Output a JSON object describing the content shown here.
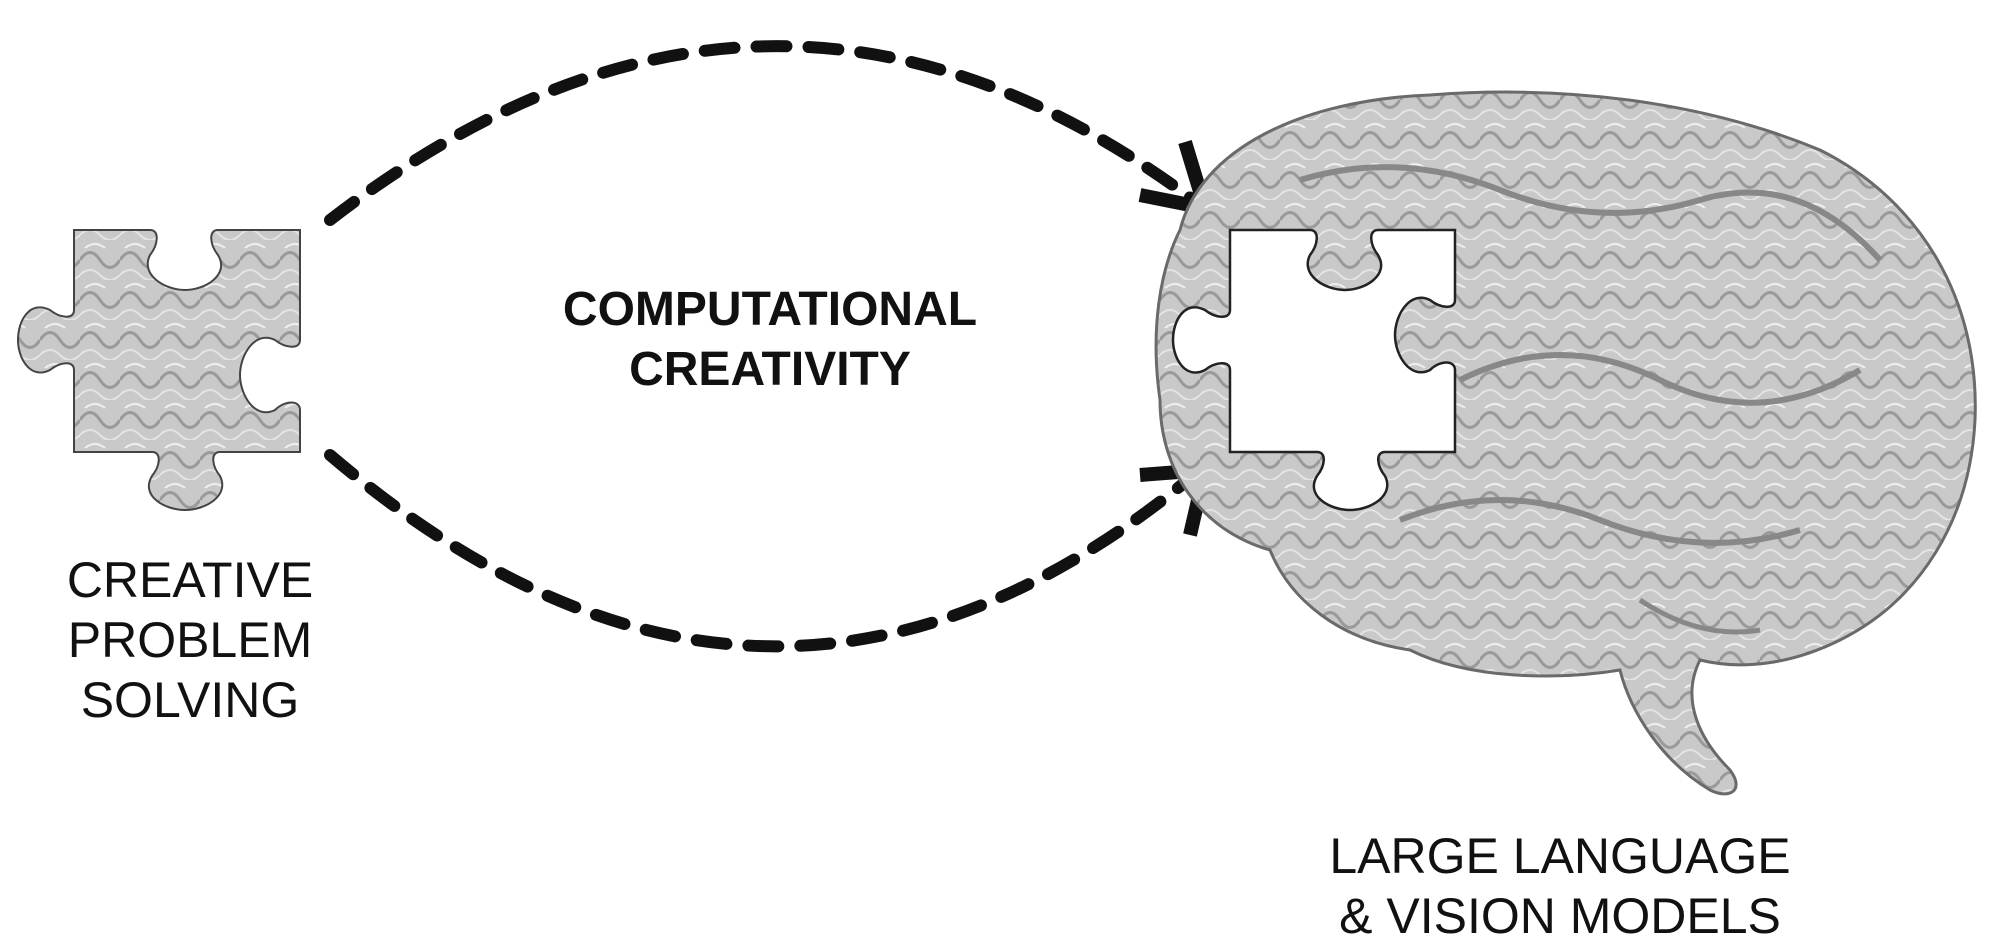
{
  "left_label": {
    "lines": [
      "CREATIVE",
      "PROBLEM",
      "SOLVING"
    ]
  },
  "center_label": {
    "lines": [
      "COMPUTATIONAL",
      "CREATIVITY"
    ]
  },
  "right_label": {
    "lines": [
      "LARGE LANGUAGE",
      "& VISION MODELS"
    ]
  },
  "colors": {
    "ink": "#111111",
    "brain_fill": "#c8c8c8",
    "brain_shade": "#8a8a8a",
    "puzzle_fill": "#bdbdbd",
    "background": "#ffffff"
  },
  "icons": [
    "puzzle-piece-icon",
    "brain-icon",
    "puzzle-slot-icon",
    "dashed-arrow-icon"
  ]
}
